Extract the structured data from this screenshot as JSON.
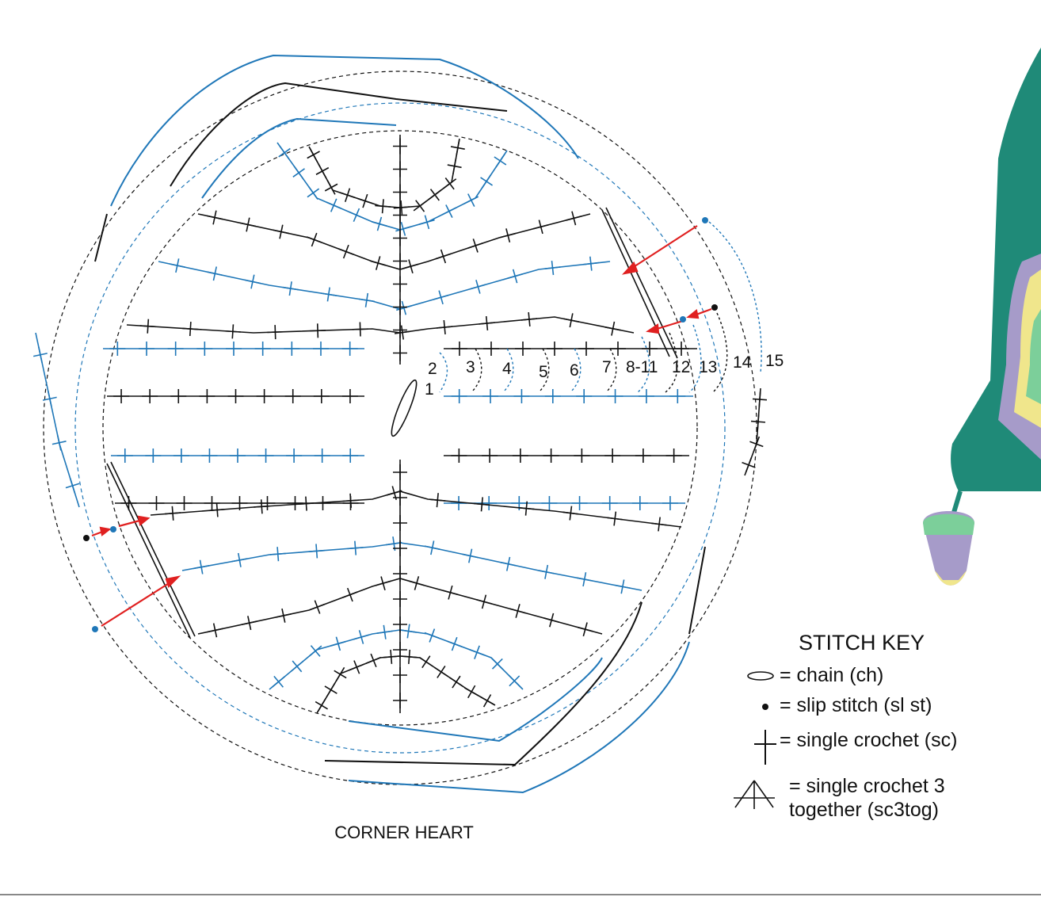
{
  "caption": "CORNER HEART",
  "key": {
    "title": "STITCH KEY",
    "items": [
      {
        "symbol": "chain-oval",
        "text": "= chain (ch)"
      },
      {
        "symbol": "slip-dot",
        "text": "= slip stitch (sl st)"
      },
      {
        "symbol": "sc-cross",
        "text": "= single crochet (sc)"
      },
      {
        "symbol": "sc3tog",
        "text": "= single crochet 3 together (sc3tog)"
      }
    ]
  },
  "round_labels": [
    "1",
    "2",
    "3",
    "4",
    "5",
    "6",
    "7",
    "8-11",
    "12",
    "13",
    "14",
    "15"
  ],
  "colors": {
    "black": "#111111",
    "blue": "#1f77b8",
    "red": "#e02020",
    "teal": "#1f8a78",
    "lavender": "#a69bc9",
    "yellow": "#f0e68c",
    "green": "#7ccf9a"
  }
}
